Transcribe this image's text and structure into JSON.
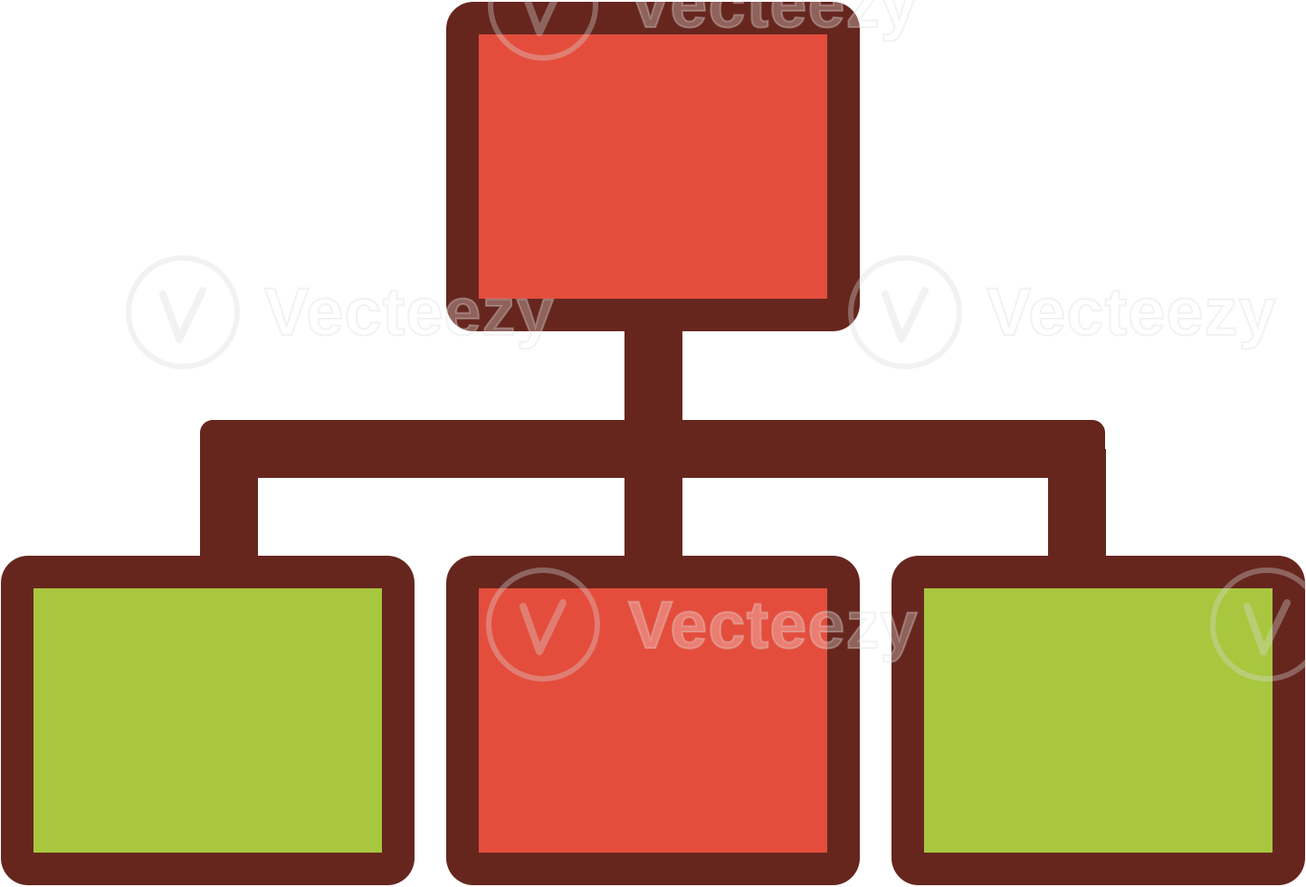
{
  "diagram": {
    "type": "hierarchy-icon",
    "outline_color": "#66261e",
    "node_colors": {
      "red": "#e44d3c",
      "green": "#a8c73f"
    },
    "nodes": [
      {
        "id": "root",
        "color": "red"
      },
      {
        "id": "child-left",
        "color": "green"
      },
      {
        "id": "child-middle",
        "color": "red"
      },
      {
        "id": "child-right",
        "color": "green"
      }
    ]
  },
  "watermark": {
    "text": "Vecteezy"
  }
}
